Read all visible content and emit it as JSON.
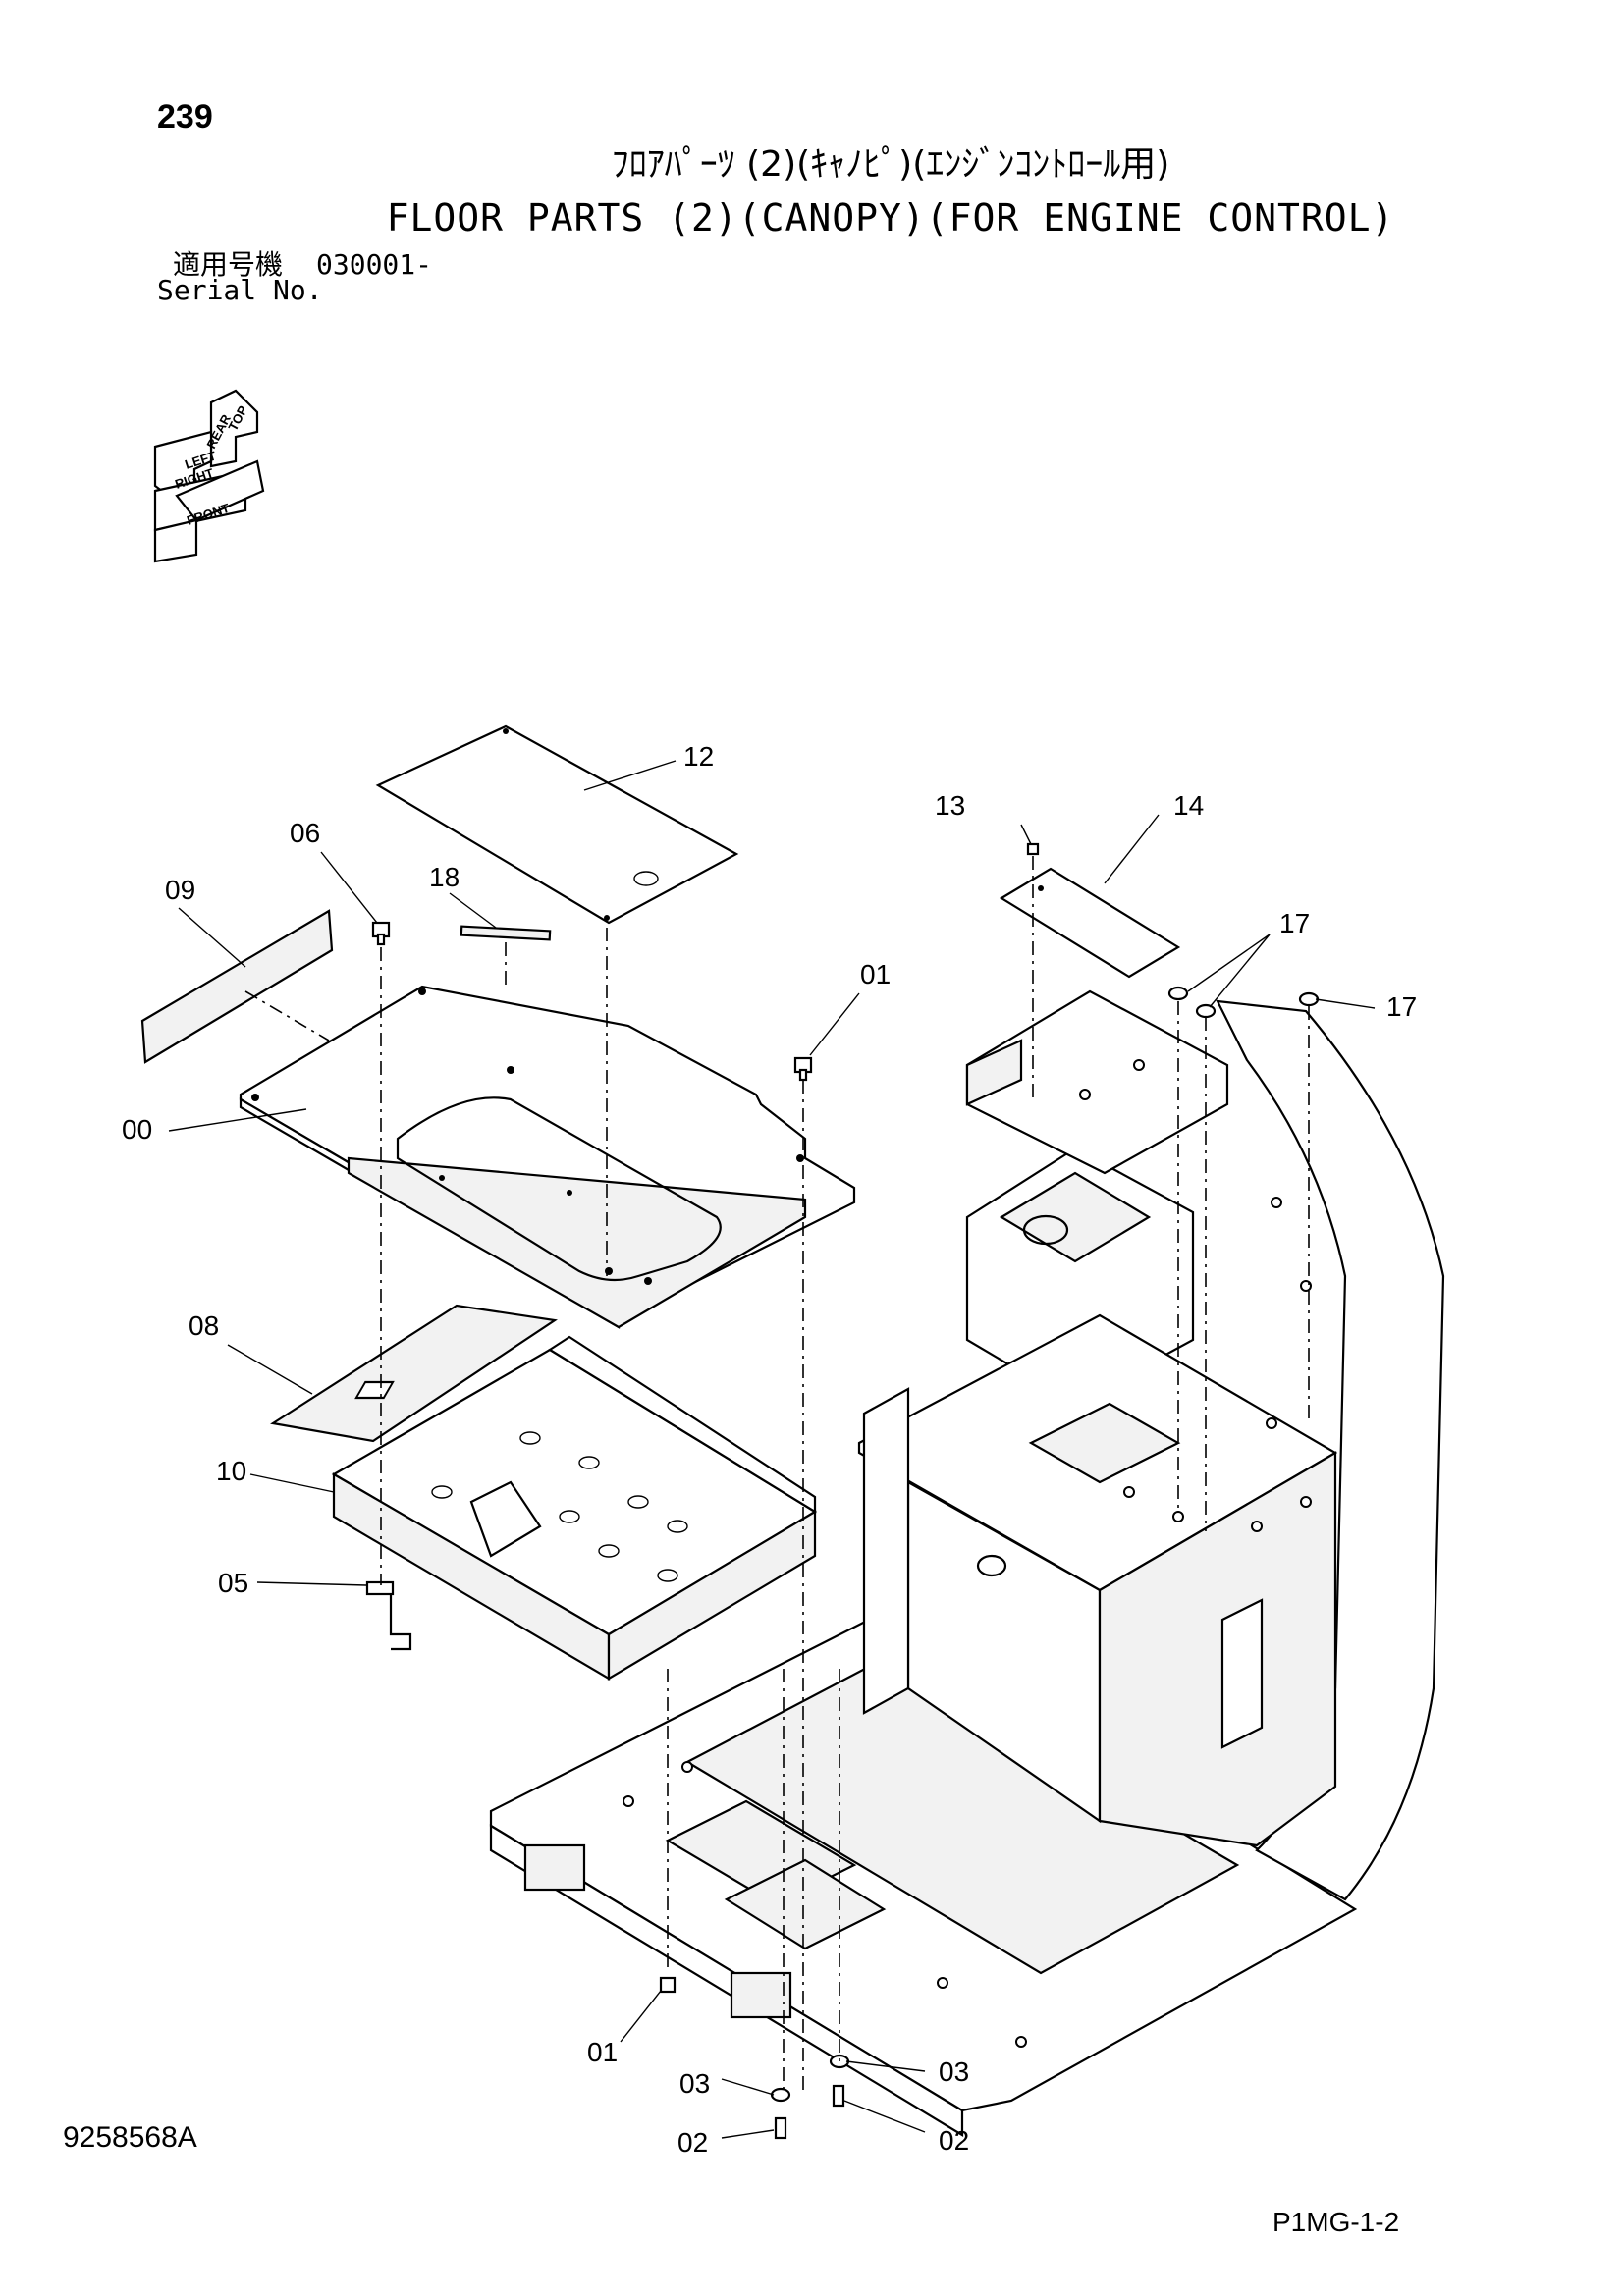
{
  "header": {
    "page_number": "239",
    "title_jp": "ﾌﾛｱﾊﾟｰﾂ (2)(ｷｬﾉﾋﾟ)(ｴﾝｼﾞﾝｺﾝﾄﾛｰﾙ用)",
    "title_en": "FLOOR PARTS (2)(CANOPY)(FOR ENGINE CONTROL)",
    "serial_label_jp": "適用号機",
    "serial_value": "030001-",
    "serial_label_en": "Serial No."
  },
  "orientation_indicator": {
    "labels": [
      "TOP",
      "REAR",
      "LEFT",
      "RIGHT",
      "FRONT"
    ]
  },
  "callouts": {
    "c00": "00",
    "c01a": "01",
    "c01b": "01",
    "c02a": "02",
    "c02b": "02",
    "c03a": "03",
    "c03b": "03",
    "c05": "05",
    "c06": "06",
    "c08": "08",
    "c09": "09",
    "c10": "10",
    "c12": "12",
    "c13": "13",
    "c14": "14",
    "c17a": "17",
    "c17b": "17",
    "c18": "18"
  },
  "footer": {
    "drawing_number": "9258568A",
    "page_code": "P1MG-1-2"
  }
}
